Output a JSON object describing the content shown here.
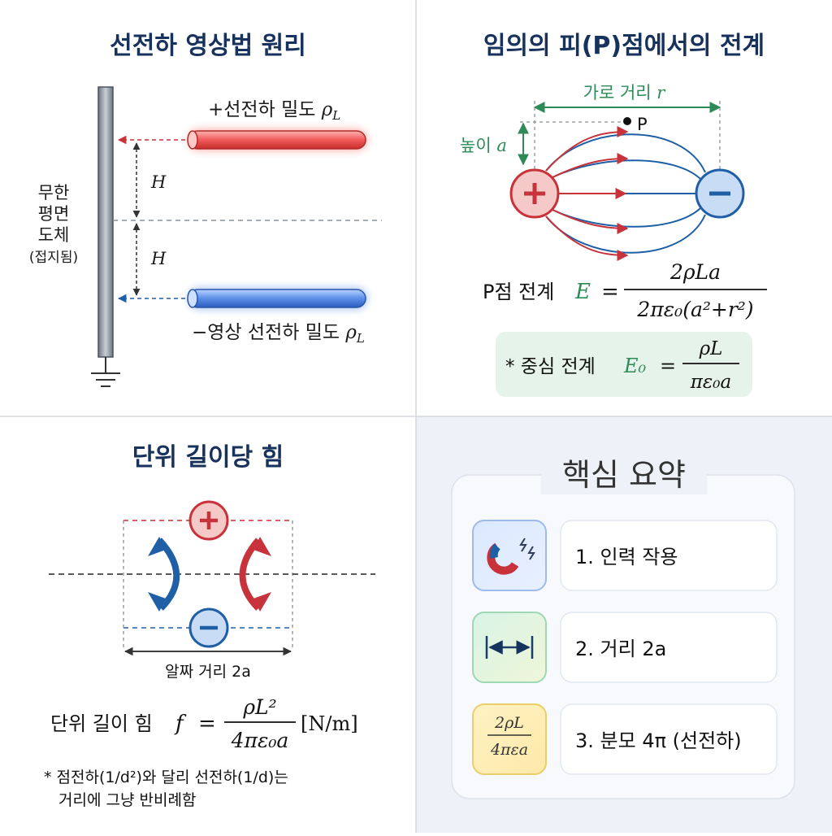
{
  "colors": {
    "navy": "#17325c",
    "red": "#c8323a",
    "blue": "#1f5fa6",
    "green": "#2e8b57",
    "summary_bg": "#eef2f8"
  },
  "panel1": {
    "title": "선전하 영상법 원리",
    "plane_label": [
      "무한",
      "평면",
      "도체",
      "(접지됨)"
    ],
    "pos_charge_label": "+선전하 밀도",
    "neg_charge_label": "−영상 선전하 밀도",
    "rho": "ρ",
    "sub_L": "L",
    "height": "H"
  },
  "panel2": {
    "title": "임의의 피(P)점에서의 전계",
    "horiz_label": "가로 거리",
    "r": "r",
    "vert_label": "높이",
    "a": "a",
    "point_label": "P",
    "field_label": "P점 전계",
    "E": "E",
    "eq": "=",
    "num": "2ρLa",
    "den": "2πε₀(a²+r²)",
    "center_label": "* 중심 전계",
    "E0": "E₀",
    "center_num": "ρL",
    "center_den": "πε₀a"
  },
  "panel3": {
    "title": "단위 길이당 힘",
    "distance_label": "알짜 거리 2a",
    "force_label": "단위 길이 힘",
    "f": "f",
    "eq": "=",
    "num": "ρL²",
    "den": "4πε₀a",
    "unit": "[N/m]",
    "note_line1": "* 점전하(1/d²)와 달리 선전하(1/d)는",
    "note_line2": "거리에 그냥 반비례함"
  },
  "panel4": {
    "title": "핵심 요약",
    "items": [
      {
        "icon": "magnet-icon",
        "text": "1. 인력 작용"
      },
      {
        "icon": "distance-arrow-icon",
        "text": "2. 거리 2a"
      },
      {
        "icon": "fraction-icon",
        "text": "3. 분모 4π (선전하)"
      }
    ],
    "icon3_num": "2ρL",
    "icon3_den": "4πεa"
  }
}
